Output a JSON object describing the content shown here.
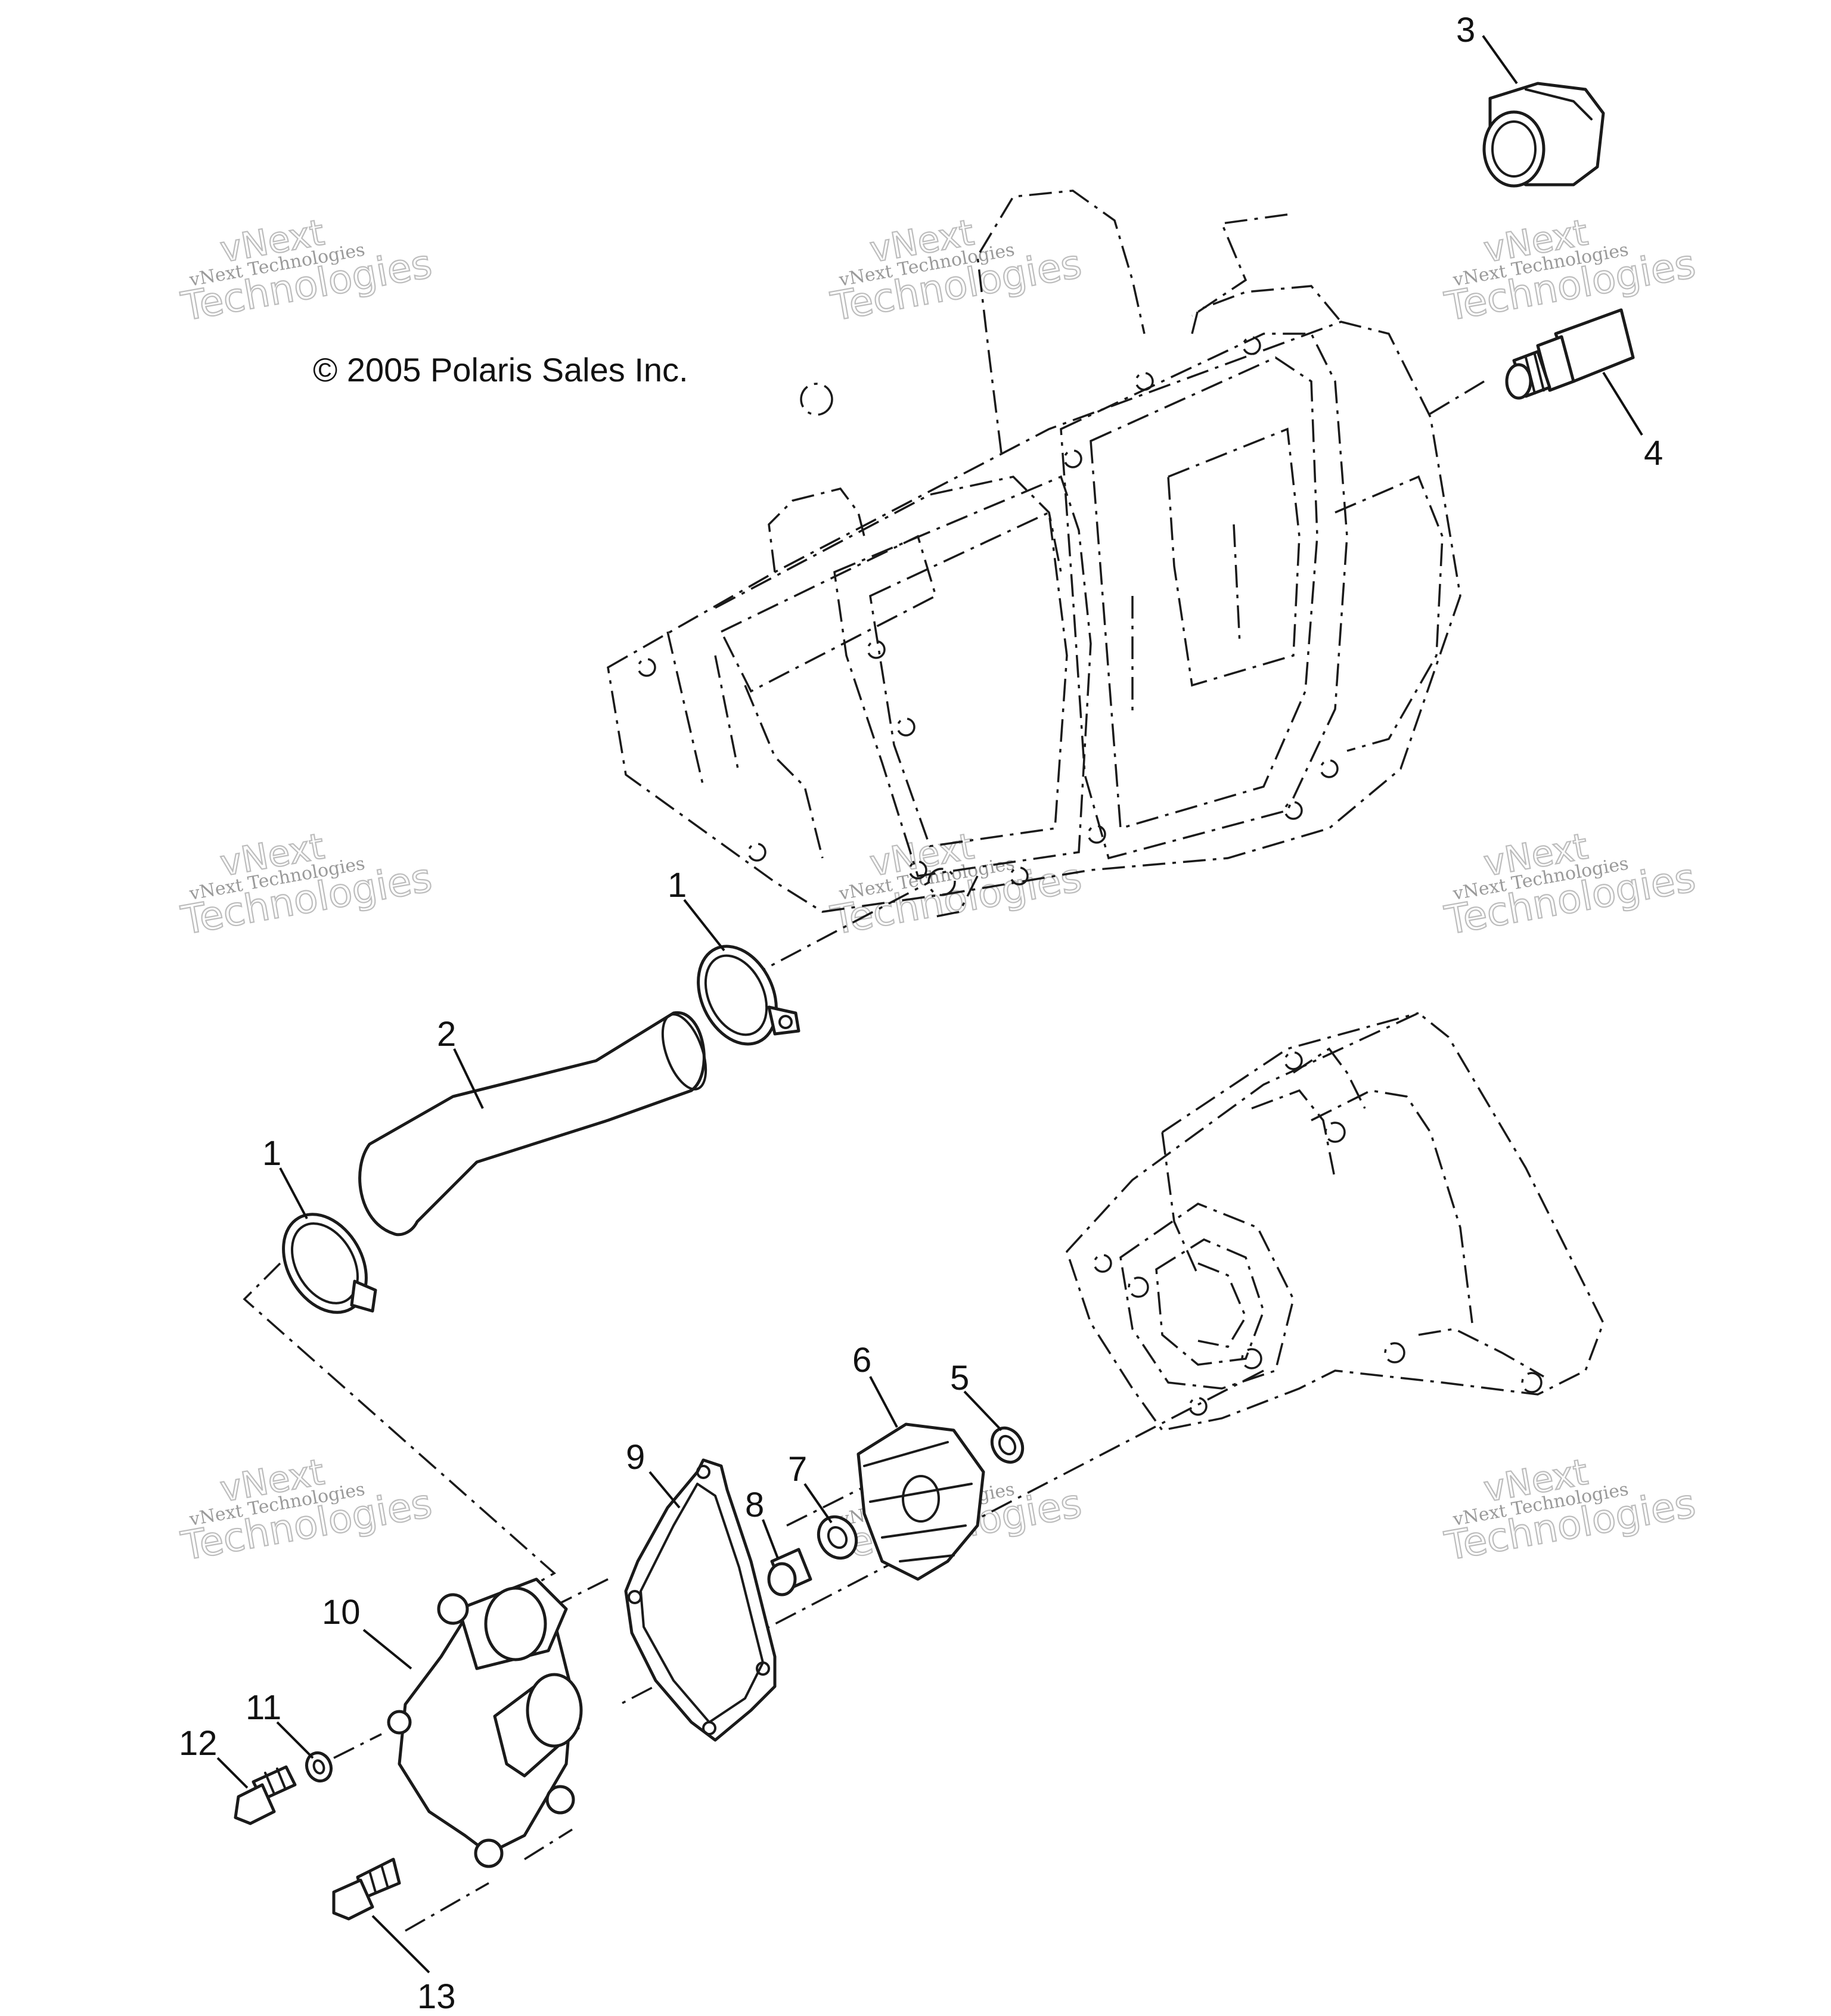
{
  "copyright": "© 2005 Polaris Sales Inc.",
  "watermark": {
    "brand": "vNext",
    "line_small": "vNext Technologies",
    "line_large": "Technologies"
  },
  "callouts": {
    "c1_upper": "1",
    "c1_lower": "1",
    "c2": "2",
    "c3": "3",
    "c4": "4",
    "c5": "5",
    "c6": "6",
    "c7": "7",
    "c8": "8",
    "c9": "9",
    "c10": "10",
    "c11": "11",
    "c12": "12",
    "c13": "13"
  }
}
